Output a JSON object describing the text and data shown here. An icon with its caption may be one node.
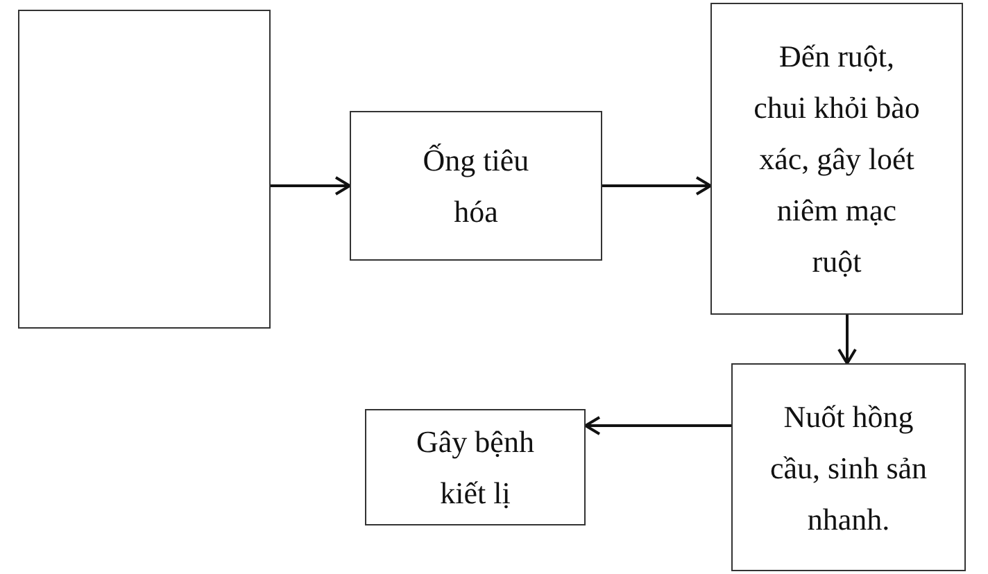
{
  "diagram": {
    "nodes": [
      {
        "text": [],
        "shape": "box"
      },
      {
        "text": [
          "Ống tiêu hóa"
        ]
      },
      {
        "text": [
          "Đến ruột, chui khỏi bào xác, gây loét niêm mạc ruột"
        ]
      },
      {
        "text": [
          "Nuốt hồng cầu, sinh sản nhanh."
        ]
      },
      {
        "text": [
          "Gây bệnh kiết lị"
        ]
      }
    ],
    "edges": [
      {
        "from": 0,
        "to": 1,
        "arrow": "to"
      },
      {
        "from": 1,
        "to": 2,
        "arrow": "to"
      },
      {
        "from": 2,
        "to": 3,
        "arrow": "to"
      },
      {
        "from": 3,
        "to": 4,
        "arrow": "to"
      }
    ]
  }
}
